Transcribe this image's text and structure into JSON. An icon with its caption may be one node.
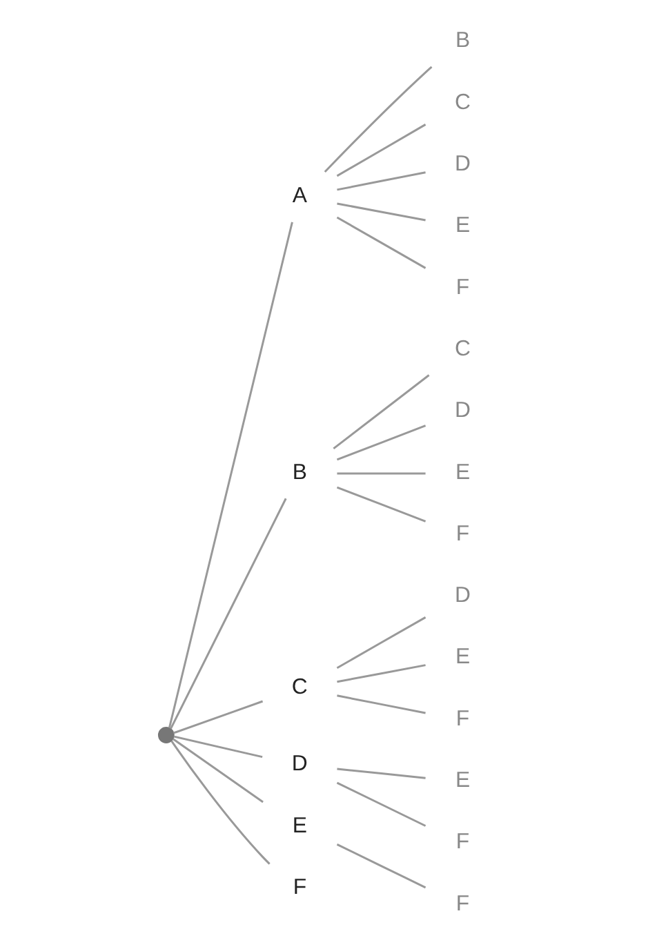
{
  "diagram": {
    "nodes": [
      {
        "text": [],
        "shape": "circle"
      },
      {
        "text": [
          "A"
        ]
      },
      {
        "text": [
          "B"
        ]
      },
      {
        "text": [
          "C"
        ]
      },
      {
        "text": [
          "D"
        ]
      },
      {
        "text": [
          "E"
        ]
      },
      {
        "text": [
          "F"
        ]
      },
      {
        "text": [
          "B"
        ]
      },
      {
        "text": [
          "C"
        ]
      },
      {
        "text": [
          "D"
        ]
      },
      {
        "text": [
          "E"
        ]
      },
      {
        "text": [
          "F"
        ]
      },
      {
        "text": [
          "C"
        ]
      },
      {
        "text": [
          "D"
        ]
      },
      {
        "text": [
          "E"
        ]
      },
      {
        "text": [
          "F"
        ]
      },
      {
        "text": [
          "D"
        ]
      },
      {
        "text": [
          "E"
        ]
      },
      {
        "text": [
          "F"
        ]
      },
      {
        "text": [
          "E"
        ]
      },
      {
        "text": [
          "F"
        ]
      },
      {
        "text": [
          "F"
        ]
      }
    ],
    "edges": [
      {
        "from": 0,
        "to": 1,
        "arrow": "none"
      },
      {
        "from": 0,
        "to": 2,
        "arrow": "none"
      },
      {
        "from": 0,
        "to": 3,
        "arrow": "none"
      },
      {
        "from": 0,
        "to": 4,
        "arrow": "none"
      },
      {
        "from": 0,
        "to": 5,
        "arrow": "none"
      },
      {
        "from": 0,
        "to": 6,
        "arrow": "none"
      },
      {
        "from": 1,
        "to": 7,
        "arrow": "none"
      },
      {
        "from": 1,
        "to": 8,
        "arrow": "none"
      },
      {
        "from": 1,
        "to": 9,
        "arrow": "none"
      },
      {
        "from": 1,
        "to": 10,
        "arrow": "none"
      },
      {
        "from": 1,
        "to": 11,
        "arrow": "none"
      },
      {
        "from": 2,
        "to": 12,
        "arrow": "none"
      },
      {
        "from": 2,
        "to": 13,
        "arrow": "none"
      },
      {
        "from": 2,
        "to": 14,
        "arrow": "none"
      },
      {
        "from": 2,
        "to": 15,
        "arrow": "none"
      },
      {
        "from": 3,
        "to": 16,
        "arrow": "none"
      },
      {
        "from": 3,
        "to": 17,
        "arrow": "none"
      },
      {
        "from": 3,
        "to": 18,
        "arrow": "none"
      },
      {
        "from": 4,
        "to": 19,
        "arrow": "none"
      },
      {
        "from": 4,
        "to": 20,
        "arrow": "none"
      },
      {
        "from": 5,
        "to": 21,
        "arrow": "none"
      }
    ]
  }
}
